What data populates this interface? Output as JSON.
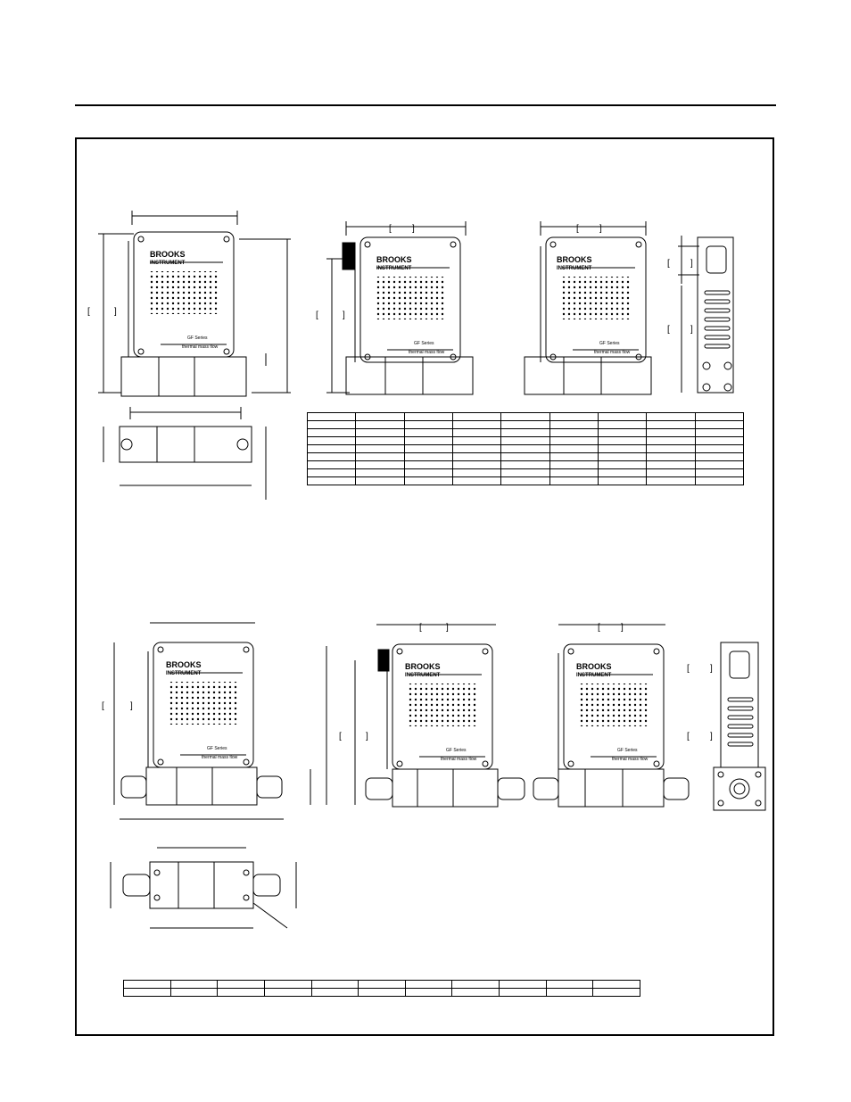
{
  "labels": {
    "brand_line1": "BROOKS",
    "brand_line2": "INSTRUMENT",
    "series": "GF Series",
    "subtitle": "thermal mass flow"
  },
  "table_top": {
    "rows": 9,
    "cols": 9
  },
  "table_bottom": {
    "rows": 2,
    "cols": 11
  }
}
